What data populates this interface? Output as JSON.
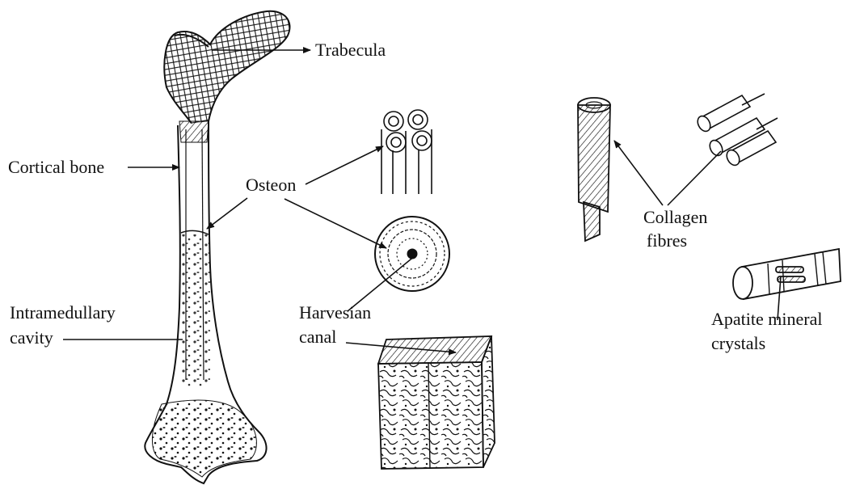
{
  "diagram": {
    "labels": {
      "trabecula": "Trabecula",
      "cortical_bone": "Cortical bone",
      "osteon": "Osteon",
      "intramedullary_line1": "Intramedullary",
      "intramedullary_line2": "cavity",
      "harvesian_line1": "Harvesian",
      "harvesian_line2": "canal",
      "collagen_line1": "Collagen",
      "collagen_line2": "fibres",
      "apatite_line1": "Apatite mineral",
      "apatite_line2": "crystals"
    },
    "colors": {
      "ink": "#111111",
      "paper": "#ffffff"
    }
  }
}
